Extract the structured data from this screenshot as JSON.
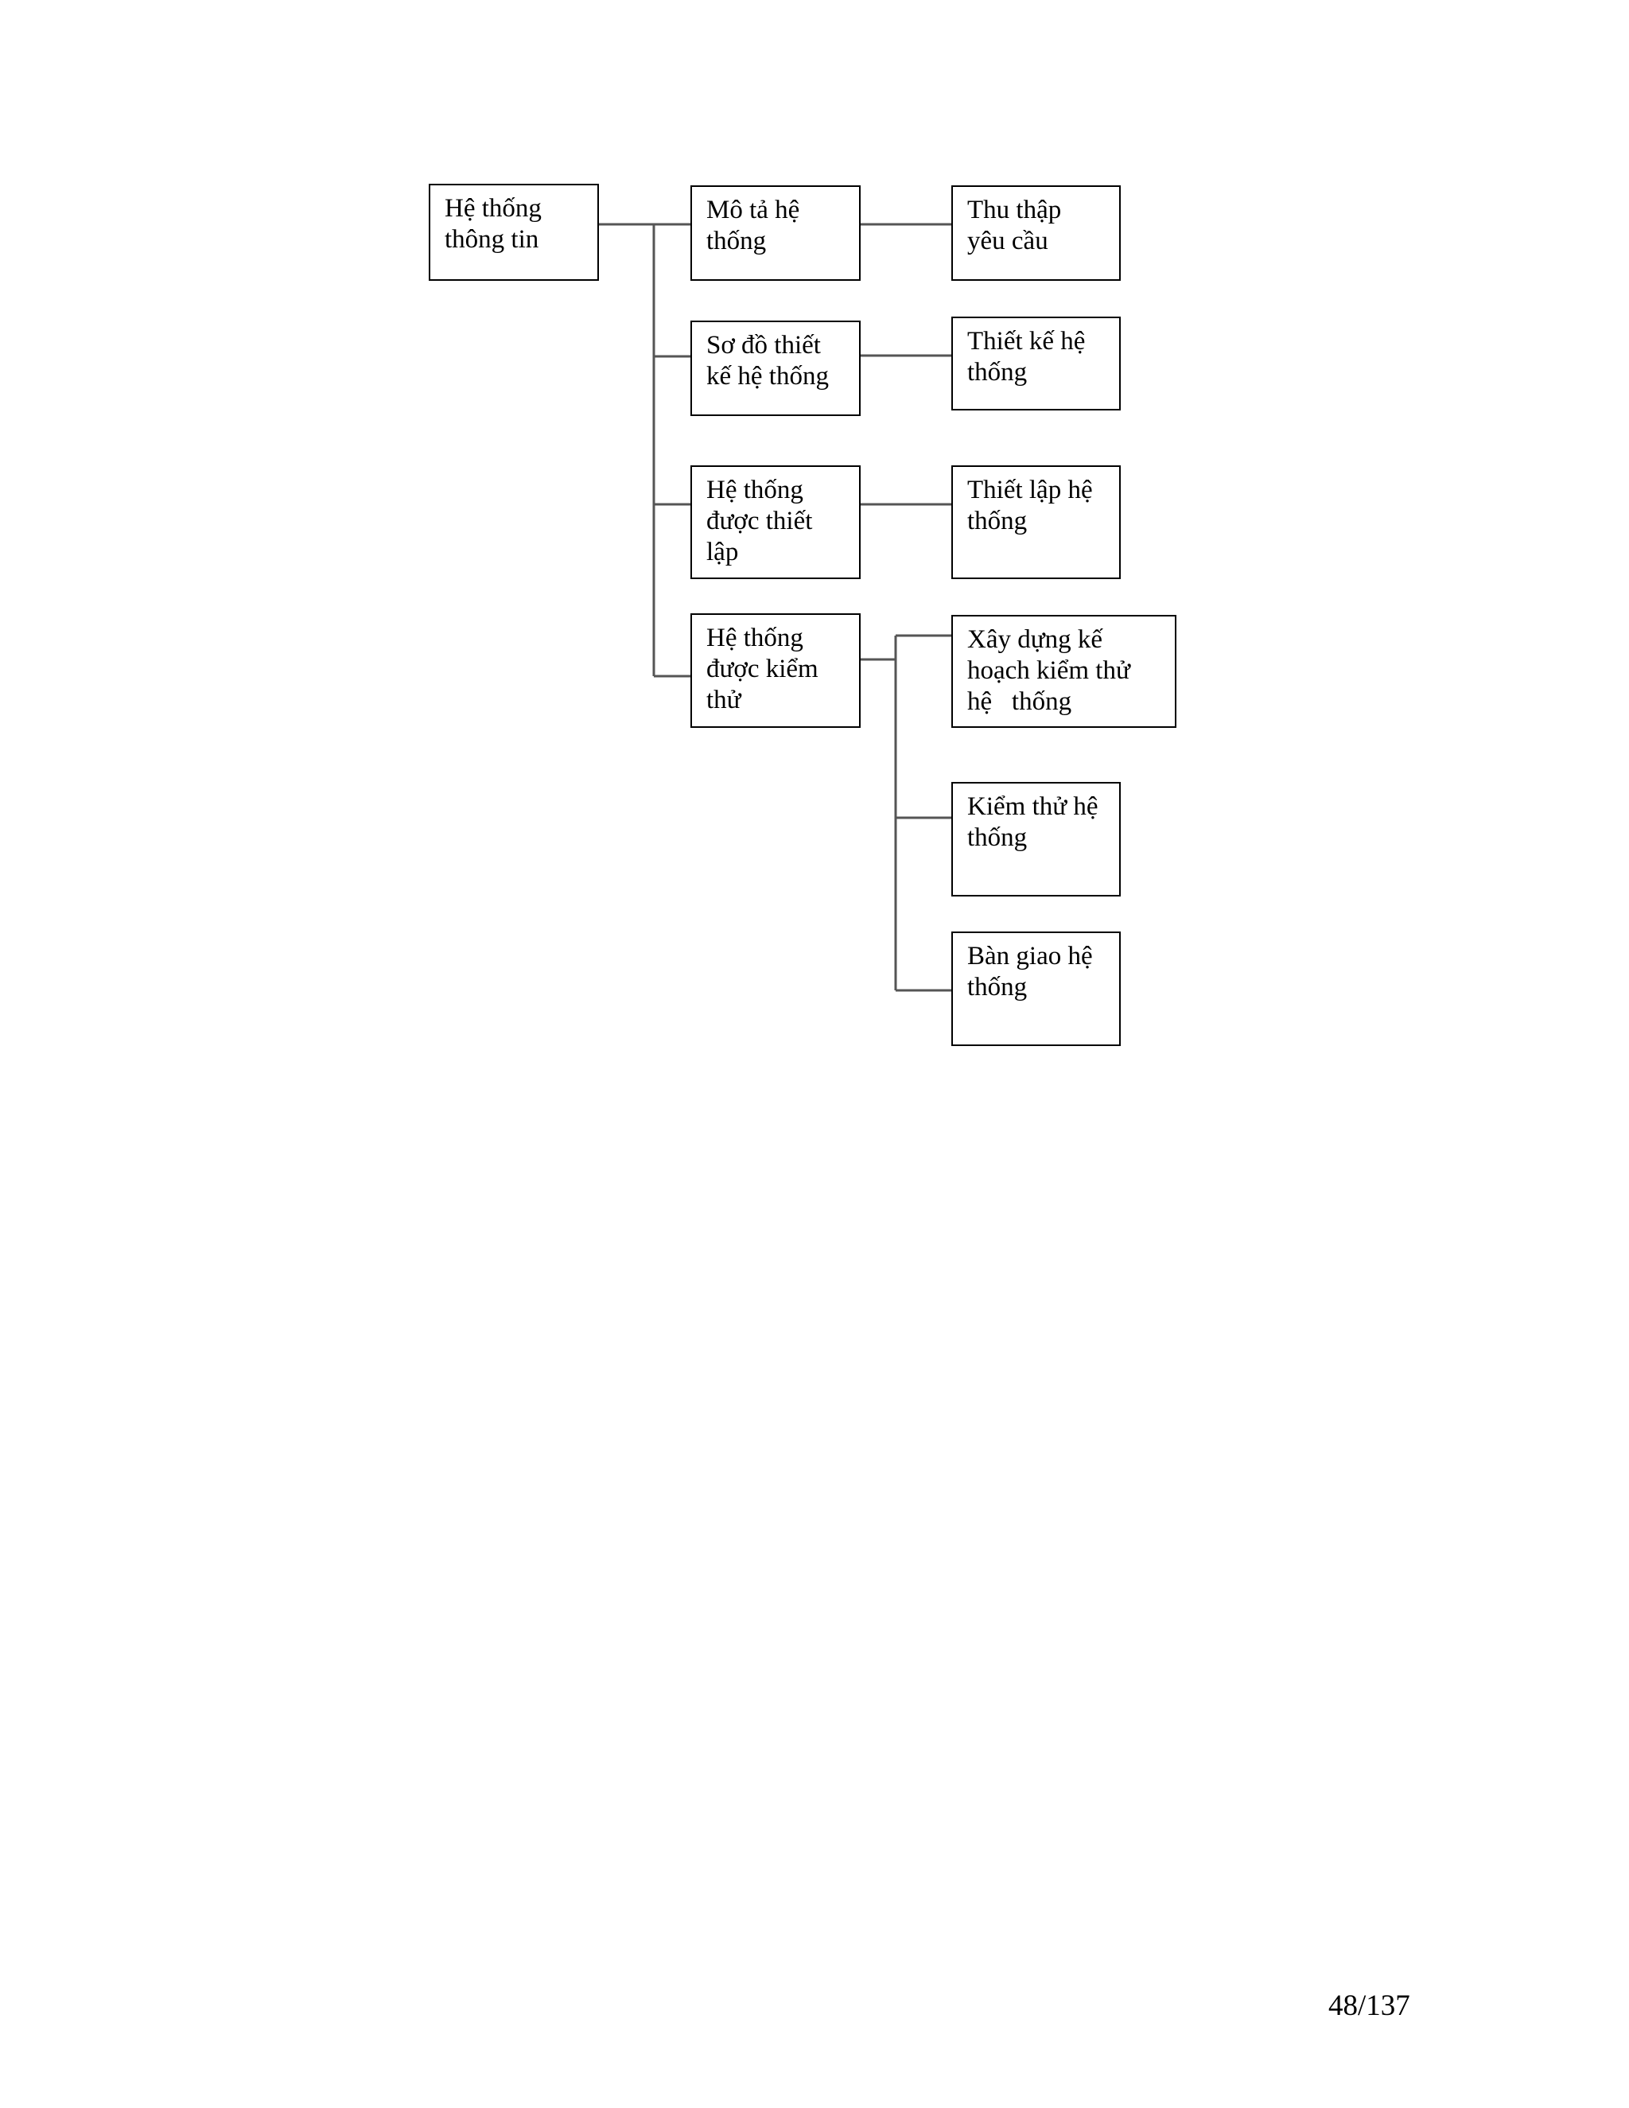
{
  "diagram": {
    "root": {
      "lines": [
        "Hệ thống",
        "thông tin"
      ]
    },
    "level1": [
      {
        "lines": [
          "Mô tả hệ",
          "thống"
        ]
      },
      {
        "lines": [
          "Sơ đồ thiết",
          "kế hệ thống"
        ]
      },
      {
        "lines": [
          "Hệ thống",
          "được thiết",
          "lập"
        ]
      },
      {
        "lines": [
          "Hệ thống",
          "được kiểm",
          "thử"
        ]
      }
    ],
    "level2": [
      {
        "lines": [
          "Thu thập",
          "yêu cầu"
        ]
      },
      {
        "lines": [
          "Thiết kế hệ",
          "thống"
        ]
      },
      {
        "lines": [
          "Thiết lập hệ",
          "thống"
        ]
      },
      {
        "lines": [
          "Xây dựng kế",
          "hoạch kiểm thử",
          "hệ   thống"
        ]
      },
      {
        "lines": [
          "Kiểm thử hệ",
          "thống"
        ]
      },
      {
        "lines": [
          "Bàn giao hệ",
          "thống"
        ]
      }
    ]
  },
  "footer": {
    "page_number": "48/137"
  }
}
